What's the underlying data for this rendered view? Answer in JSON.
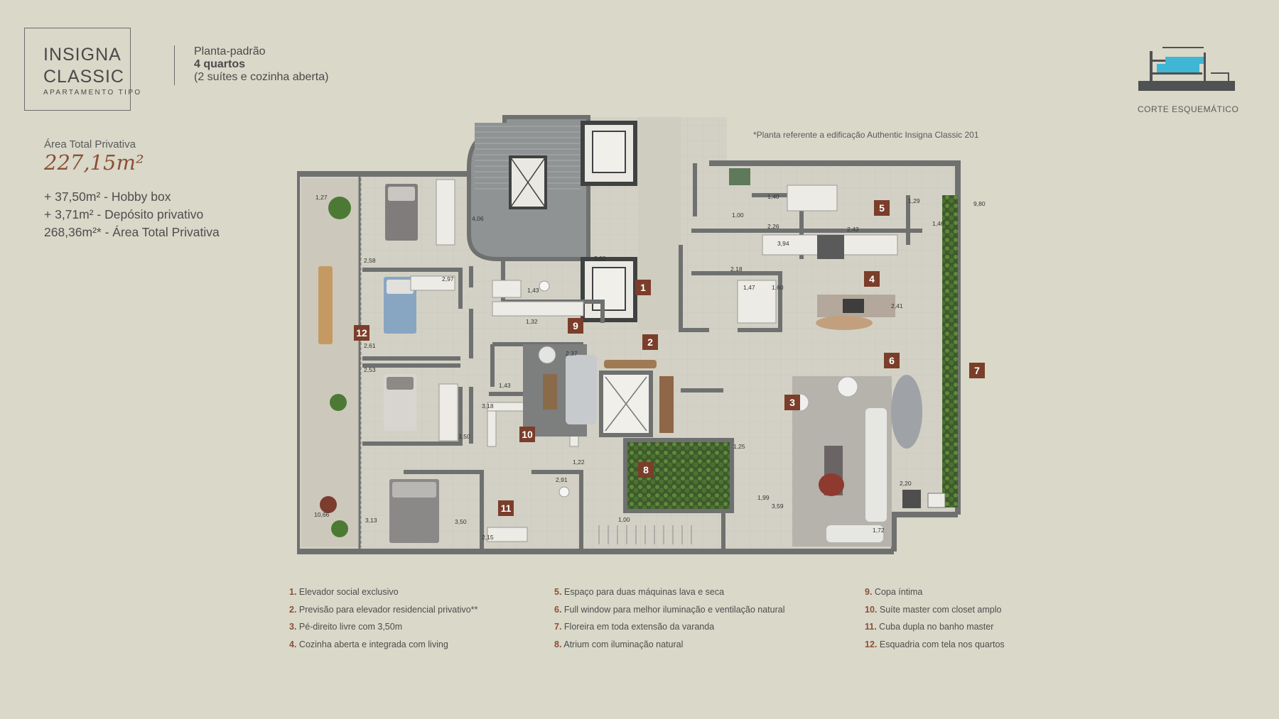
{
  "header": {
    "brand_line1": "INSIGNA",
    "brand_line2": "CLASSIC",
    "brand_sub": "APARTAMENTO TIPO",
    "plan_line1": "Planta-padrão",
    "plan_line2": "4 quartos",
    "plan_line3": "(2 suítes e cozinha aberta)"
  },
  "area": {
    "label": "Área Total Privativa",
    "value": "227,15m²",
    "items": [
      "+ 37,50m² - Hobby box",
      "+ 3,71m² - Depósito privativo",
      "268,36m²* - Área Total Privativa"
    ]
  },
  "note": "*Planta referente a edificação Authentic Insigna Classic 201",
  "corte_label": "CORTE ESQUEMÁTICO",
  "colors": {
    "background": "#d9d8c9",
    "wall": "#6f7170",
    "floor": "#d2d0c4",
    "marker": "#7a3e2a",
    "accent": "#3fb6d3"
  },
  "markers": [
    "1",
    "2",
    "3",
    "4",
    "5",
    "6",
    "7",
    "8",
    "9",
    "10",
    "11",
    "12"
  ],
  "dimensions": [
    "1,27",
    "4,06",
    "2,60",
    "2,58",
    "2,97",
    "1,43",
    "1,32",
    "2,37",
    "1,43",
    "3,18",
    "3,50",
    "2,91",
    "1,22",
    "1,00",
    "3,13",
    "3,50",
    "2,15",
    "10,66",
    "2,53",
    "1,40",
    "1,00",
    "2,26",
    "2,43",
    "1,29",
    "1,46",
    "9,80",
    "3,94",
    "2,18",
    "1,47",
    "1,60",
    "2,41",
    "1,25",
    "1,99",
    "3,59",
    "2,20",
    "1,72",
    "2,61"
  ],
  "legend": {
    "col1": [
      {
        "num": "1.",
        "text": "Elevador social exclusivo"
      },
      {
        "num": "2.",
        "text": "Previsão para elevador residencial privativo**"
      },
      {
        "num": "3.",
        "text": "Pé-direito livre com 3,50m"
      },
      {
        "num": "4.",
        "text": "Cozinha aberta e integrada com living"
      }
    ],
    "col2": [
      {
        "num": "5.",
        "text": "Espaço para duas máquinas lava e seca"
      },
      {
        "num": "6.",
        "text": "Full window para melhor iluminação e ventilação natural"
      },
      {
        "num": "7.",
        "text": "Floreira em toda extensão da varanda"
      },
      {
        "num": "8.",
        "text": "Atrium com iluminação natural"
      }
    ],
    "col3": [
      {
        "num": "9.",
        "text": "Copa íntima"
      },
      {
        "num": "10.",
        "text": "Suíte master com closet amplo"
      },
      {
        "num": "11.",
        "text": "Cuba dupla no banho master"
      },
      {
        "num": "12.",
        "text": "Esquadria com tela nos quartos"
      }
    ]
  }
}
